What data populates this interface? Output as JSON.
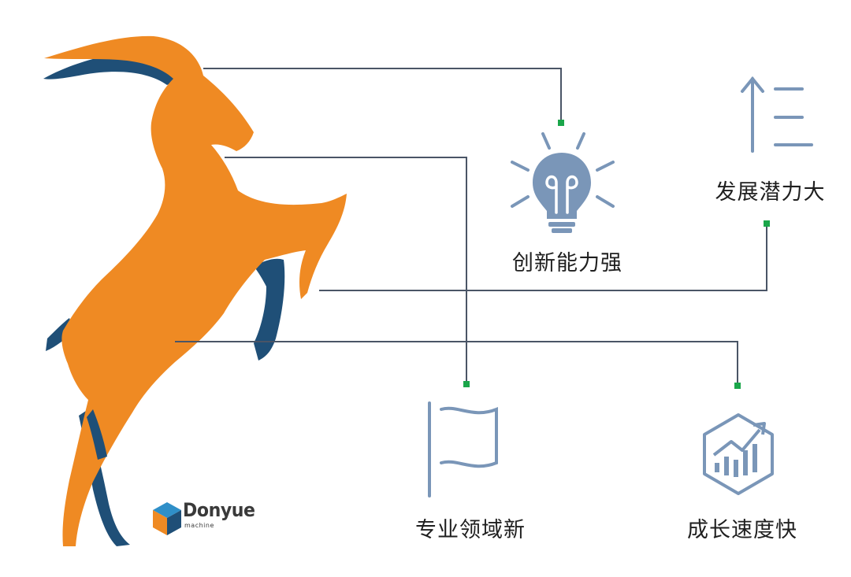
{
  "features": {
    "innovation": "创新能力强",
    "potential": "发展潜力大",
    "new_field": "专业领域新",
    "growth": "成长速度快"
  },
  "logo": {
    "name": "Donyue",
    "subtitle": "machine"
  },
  "colors": {
    "goat_orange": "#ef8a23",
    "goat_navy": "#1f4f77",
    "icon_blue": "#7a96b8",
    "connector": "#4a5566",
    "node": "#1aa64a"
  }
}
